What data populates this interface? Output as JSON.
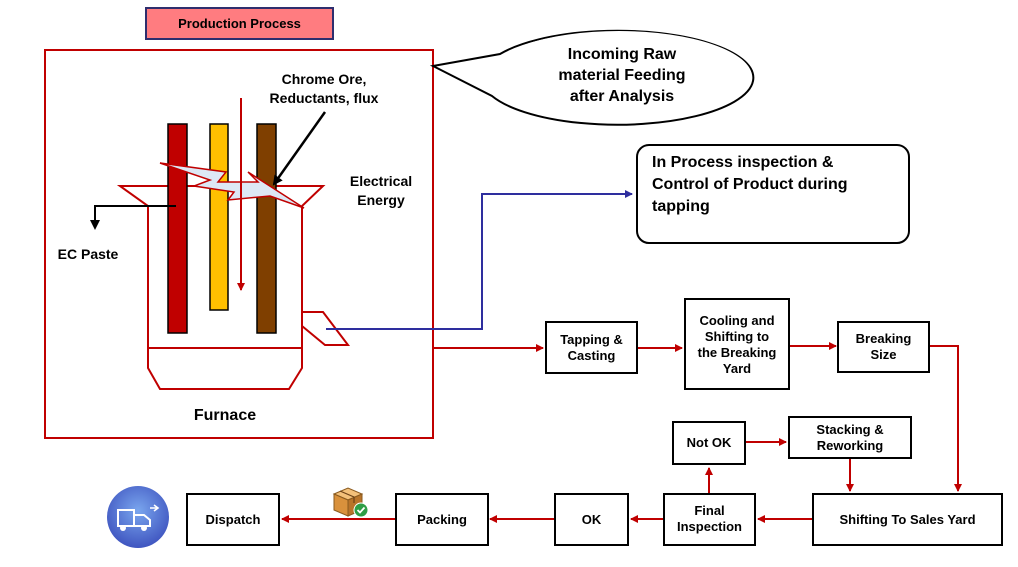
{
  "title": "Production Process",
  "furnace": {
    "label": "Furnace",
    "raw_material_label": [
      "Chrome Ore,",
      "Reductants, flux"
    ],
    "electrical_label": [
      "Electrical",
      "Energy"
    ],
    "ec_paste_label": "EC Paste"
  },
  "callouts": {
    "incoming": [
      "Incoming Raw",
      "material Feeding",
      "after Analysis"
    ],
    "inspection": [
      "In Process inspection &",
      "Control of Product during",
      "tapping"
    ]
  },
  "steps": {
    "tapping": [
      "Tapping &",
      "Casting"
    ],
    "cooling": [
      "Cooling and",
      "Shifting to",
      "the Breaking",
      "Yard"
    ],
    "breaking": [
      "Breaking",
      "Size"
    ],
    "shifting": [
      "Shifting To Sales Yard"
    ],
    "final_inspection": [
      "Final",
      "Inspection"
    ],
    "not_ok": [
      "Not OK"
    ],
    "stacking": [
      "Stacking &",
      "Reworking"
    ],
    "ok": [
      "OK"
    ],
    "packing": [
      "Packing"
    ],
    "dispatch": [
      "Dispatch"
    ]
  },
  "icons": {
    "package": "package-check-icon",
    "truck": "delivery-truck-icon"
  },
  "colors": {
    "flow_arrow": "#c00000",
    "inspection_link": "#2e2e9e",
    "title_fill": "#ff7c80",
    "title_border": "#2e2e6e",
    "electrode_red": "#c00000",
    "electrode_yellow": "#ffc000",
    "electrode_brown": "#7f3f00",
    "truck_circle": "#4f7fd0"
  }
}
